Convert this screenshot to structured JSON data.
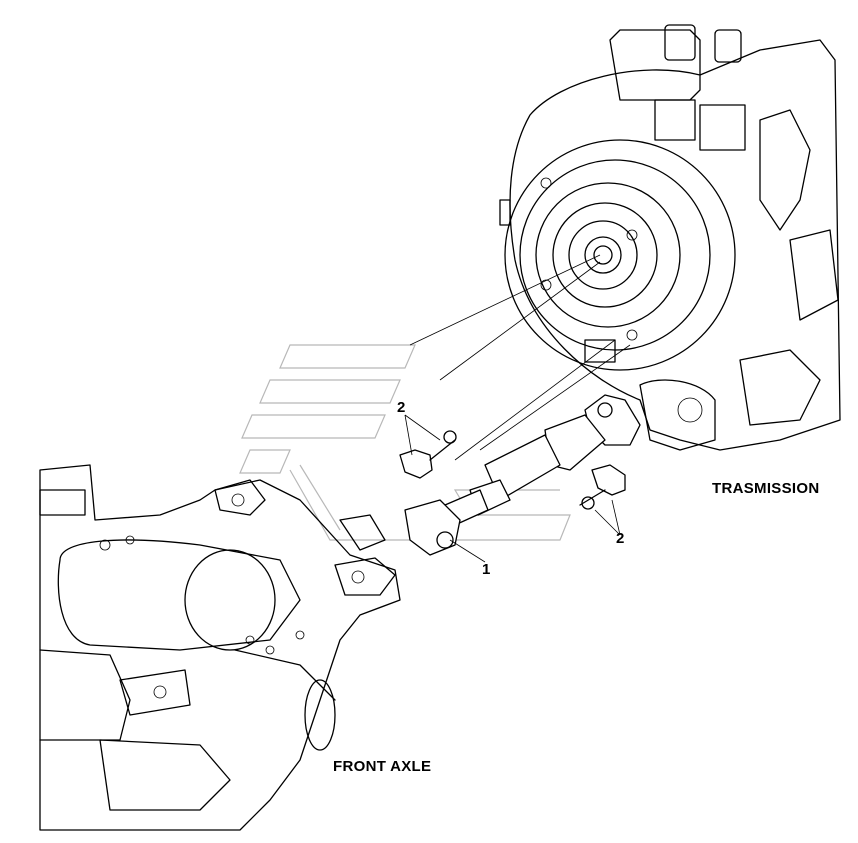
{
  "labels": {
    "transmission": "TRASMISSION",
    "front_axle": "FRONT AXLE",
    "callout_1": "1",
    "callout_2_upper": "2",
    "callout_2_lower": "2"
  },
  "colors": {
    "line": "#000000",
    "watermark": "#b8b8b8",
    "background": "#ffffff"
  }
}
